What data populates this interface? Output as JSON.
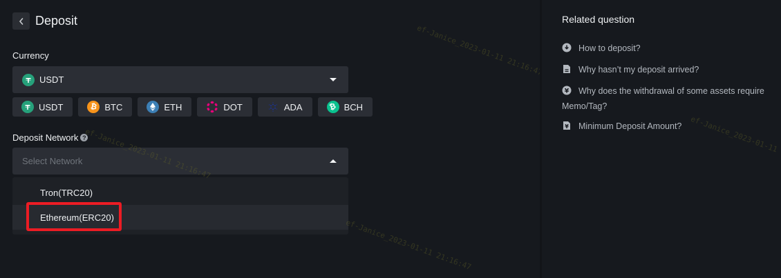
{
  "header": {
    "title": "Deposit",
    "back_icon": "chevron-left-icon"
  },
  "currency": {
    "label": "Currency",
    "selected": "USDT",
    "selected_icon": "tether-icon",
    "caret_icon": "caret-down-icon"
  },
  "quick_coins": [
    {
      "label": "USDT",
      "icon": "tether-icon",
      "color": "#26a17b"
    },
    {
      "label": "BTC",
      "icon": "bitcoin-icon",
      "color": "#f7931a"
    },
    {
      "label": "ETH",
      "icon": "ethereum-icon",
      "color": "#3c7fb5"
    },
    {
      "label": "DOT",
      "icon": "polkadot-icon",
      "color": "#e6007a"
    },
    {
      "label": "ADA",
      "icon": "cardano-icon",
      "color": "#1a3399"
    },
    {
      "label": "BCH",
      "icon": "bitcoin-cash-icon",
      "color": "#0ac18e"
    }
  ],
  "network": {
    "label": "Deposit Network",
    "help_icon": "question-circle-icon",
    "placeholder": "Select Network",
    "caret_icon": "caret-up-icon",
    "options": [
      {
        "label": "Tron(TRC20)"
      },
      {
        "label": "Ethereum(ERC20)",
        "highlighted": true
      }
    ]
  },
  "related": {
    "title": "Related question",
    "items": [
      {
        "label": "How to deposit?",
        "icon": "download-circle-icon"
      },
      {
        "label": "Why hasn’t my deposit arrived?",
        "icon": "document-icon"
      },
      {
        "label": "Why does the withdrawal of some assets require Memo/Tag?",
        "icon": "yen-circle-icon"
      },
      {
        "label": "Minimum Deposit Amount?",
        "icon": "yen-document-icon"
      }
    ]
  },
  "watermark": {
    "text": "ef-Janice_2023-01-11 21:16:47"
  },
  "colors": {
    "background": "#16191e",
    "panel": "#2b2e35",
    "dropdown": "#1e2126",
    "highlight_border": "#ec1c24"
  }
}
